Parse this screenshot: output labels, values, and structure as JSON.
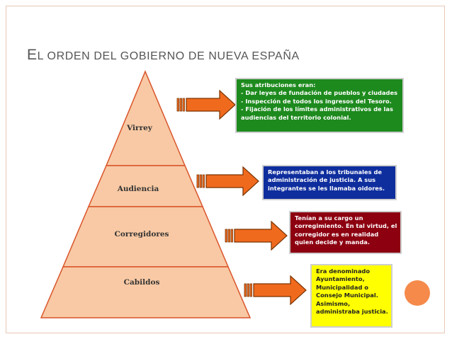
{
  "title": {
    "first_letter": "E",
    "rest_part1": "L ORDEN DEL GOBIERNO",
    "rest_part2": " DE NUEVA ESPAÑA"
  },
  "levels": [
    {
      "label": "Virrey",
      "note_lines": [
        "Sus atribuciones eran:",
        "- Dar leyes de fundación de pueblos y ciudades",
        "- Inspección de todos los ingresos del Tesoro.",
        "- Fijación de los límites administrativos de las",
        "audiencias del territorio colonial."
      ]
    },
    {
      "label": "Audiencia",
      "note_lines": [
        "Representaban a los tribunales de",
        "administración de justicia. A sus",
        "integrantes se les llamaba oidores."
      ]
    },
    {
      "label": "Corregidores",
      "note_lines": [
        "Tenían a su cargo un",
        "corregimiento. En tal virtud, el",
        "corregidor es en realidad",
        "quien decide y manda."
      ]
    },
    {
      "label": "Cabildos",
      "note_lines": [
        "Era denominado",
        "Ayuntamiento,",
        "Municipalidad o",
        "Consejo Municipal.",
        "Asimismo,",
        "administraba justicia."
      ]
    }
  ],
  "colors": {
    "pyramid_fill": "#f8c9a4",
    "pyramid_stroke": "#d9542a",
    "arrow_fill": "#f06a1e",
    "arrow_stroke": "#7a3300",
    "note_virrey": "#1d8a1d",
    "note_audiencia": "#0f2e9e",
    "note_corregidores": "#8c0010",
    "note_cabildos": "#ffff00",
    "accent_dot": "#f58a4a"
  },
  "icons": [
    "arrow-right-icon"
  ]
}
